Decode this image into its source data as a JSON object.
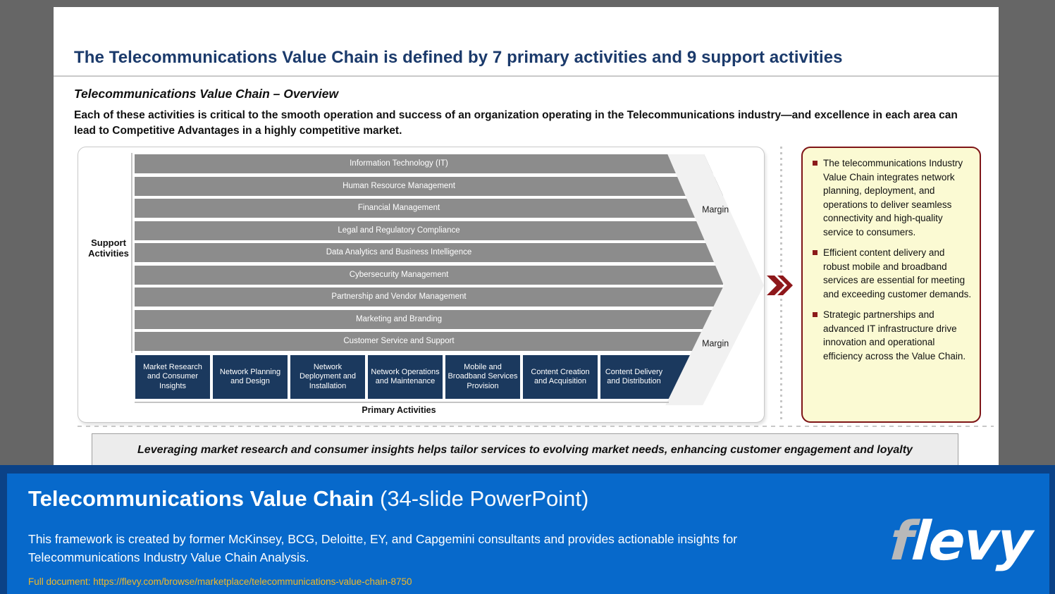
{
  "slide": {
    "title": "The Telecommunications Value Chain is defined by 7 primary activities and 9 support activities",
    "subtitle": "Telecommunications Value Chain – Overview",
    "intro": "Each of these activities is critical to the smooth operation and success of an organization operating in the Telecommunications industry—and excellence in each area can lead to Competitive Advantages in a highly competitive market.",
    "footnote": "Leveraging market research and consumer insights helps tailor services to evolving market needs, enhancing customer engagement and loyalty"
  },
  "value_chain": {
    "support_label": "Support Activities",
    "primary_label": "Primary Activities",
    "margin_label": "Margin",
    "support_activities": [
      "Information Technology (IT)",
      "Human Resource Management",
      "Financial Management",
      "Legal and Regulatory Compliance",
      "Data Analytics and Business Intelligence",
      "Cybersecurity Management",
      "Partnership and Vendor Management",
      "Marketing and Branding",
      "Customer Service and Support"
    ],
    "primary_activities": [
      "Market Research and Consumer Insights",
      "Network Planning and Design",
      "Network Deployment and Installation",
      "Network Operations and Maintenance",
      "Mobile and Broadband Services Provision",
      "Content Creation and Acquisition",
      "Content Delivery and Distribution"
    ]
  },
  "insights": {
    "bullets": [
      "The telecommunications Industry Value Chain integrates network planning, deployment, and operations to deliver seamless connectivity and high-quality service to consumers.",
      "Efficient content delivery and robust mobile and broadband services are essential for meeting and exceeding customer demands.",
      "Strategic partnerships and advanced IT infrastructure drive innovation and operational efficiency across the Value Chain."
    ]
  },
  "banner": {
    "title_bold": "Telecommunications Value Chain",
    "title_regular": " (34-slide PowerPoint)",
    "description": "This framework is created by former McKinsey, BCG, Deloitte, EY, and Capgemini consultants and provides actionable insights for Telecommunications Industry Value Chain Analysis.",
    "link": "Full document: https://flevy.com/browse/marketplace/telecommunications-value-chain-8750",
    "logo_f": "f",
    "logo_rest": "levy"
  },
  "colors": {
    "title_blue": "#1B3A6B",
    "bar_gray": "#8C8C8C",
    "primary_navy": "#1B395E",
    "arrow_band": "#F1F1F1",
    "insight_bg": "#FBFAD3",
    "insight_border": "#7E1517",
    "accent_dark_red": "#8B1A1A",
    "banner_outer_blue": "#0B4287",
    "banner_inner_blue": "#0769CB",
    "link_gold": "#EEB82A",
    "background_gray": "#666666"
  }
}
